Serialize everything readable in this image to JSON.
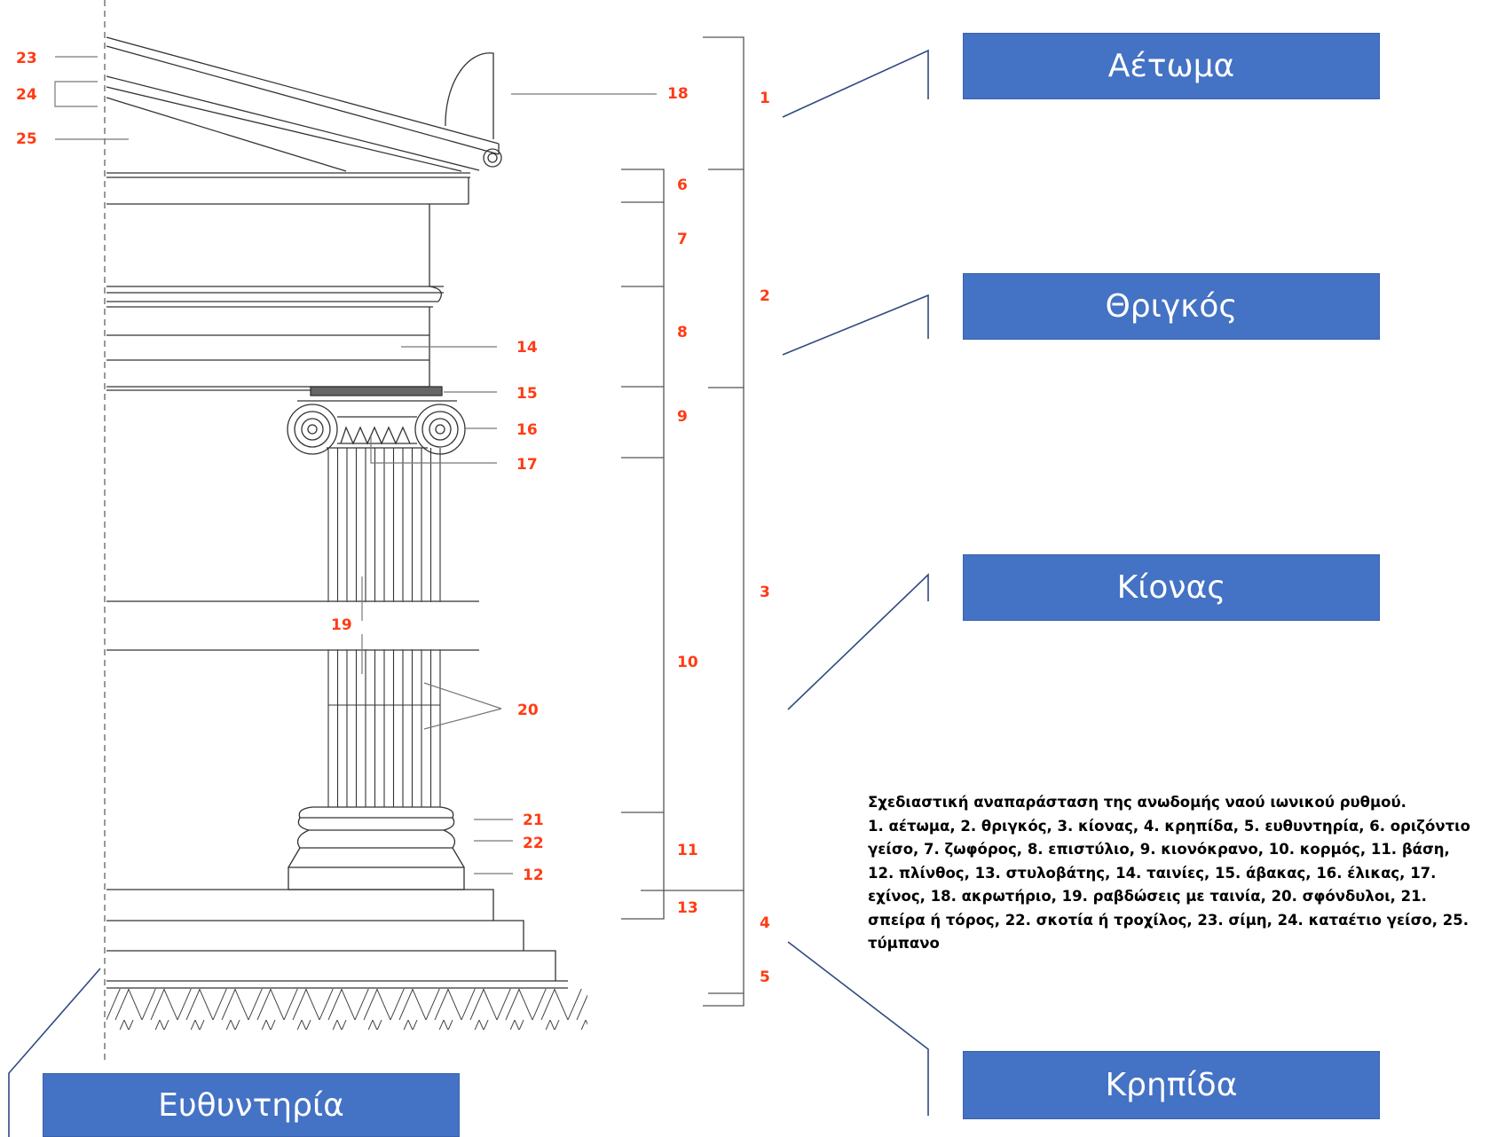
{
  "callouts": {
    "aetoma": "Αέτωμα",
    "thrigkos": "Θριγκός",
    "kionas": "Κίονας",
    "krepida": "Κρηπίδα",
    "efthynteria": "Ευθυντηρία"
  },
  "caption": {
    "title": "Σχεδιαστική αναπαράσταση της ανωδομής ναού ιωνικού ρυθμού.",
    "legend": "1. αέτωμα, 2. θριγκός, 3. κίονας, 4. κρηπίδα, 5. ευθυντηρία, 6. οριζόντιο γείσο, 7. ζωφόρος, 8. επιστύλιο, 9. κιονόκρανο, 10. κορμός, 11. βάση, 12. πλίνθος, 13. στυλοβάτης, 14. ταινίες, 15. άβακας, 16. έλικας, 17. εχίνος, 18. ακρωτήριο, 19. ραβδώσεις με ταινία, 20. σφόνδυλοι, 21. σπείρα ή τόρος, 22. σκοτία ή τροχίλος, 23. σίμη, 24. καταέτιο γείσο, 25. τύμπανο"
  },
  "numbers": {
    "n1": "1",
    "n2": "2",
    "n3": "3",
    "n4": "4",
    "n5": "5",
    "n6": "6",
    "n7": "7",
    "n8": "8",
    "n9": "9",
    "n10": "10",
    "n11": "11",
    "n12": "12",
    "n13": "13",
    "n14": "14",
    "n15": "15",
    "n16": "16",
    "n17": "17",
    "n18": "18",
    "n19": "19",
    "n20": "20",
    "n21": "21",
    "n22": "22",
    "n23": "23",
    "n24": "24",
    "n25": "25"
  },
  "colors": {
    "callout_fill": "#4472c4",
    "number_color": "#ff3b14",
    "connector_color": "#2f4a80"
  }
}
